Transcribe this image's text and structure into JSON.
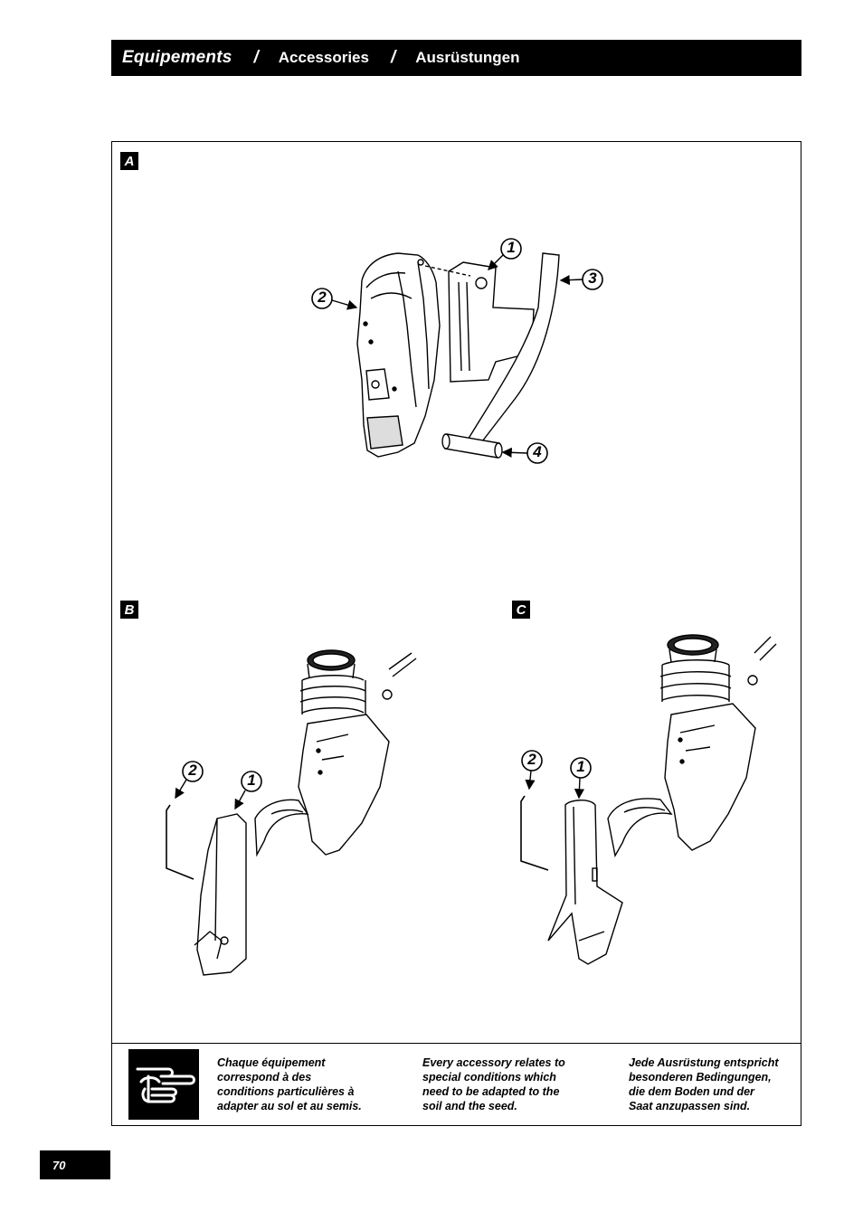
{
  "header": {
    "title_fr": "Equipements",
    "separator": "/",
    "title_en": "Accessories",
    "title_de": "Ausrüstungen"
  },
  "figures": {
    "a": {
      "label": "A",
      "callouts": [
        "1",
        "2",
        "3",
        "4"
      ]
    },
    "b": {
      "label": "B",
      "callouts": [
        "2",
        "1"
      ]
    },
    "c": {
      "label": "C",
      "callouts": [
        "2",
        "1"
      ]
    }
  },
  "note": {
    "icon": "pointing-hand-icon",
    "fr": "Chaque équipement\ncorrespond à des\nconditions particulières à\nadapter au sol et au semis.",
    "en": "Every accessory relates to\nspecial conditions which\nneed to be adapted to the\nsoil and the seed.",
    "de": "Jede Ausrüstung entspricht\nbesonderen Bedingungen,\ndie dem Boden und der\nSaat anzupassen sind."
  },
  "page": {
    "number": "70"
  }
}
